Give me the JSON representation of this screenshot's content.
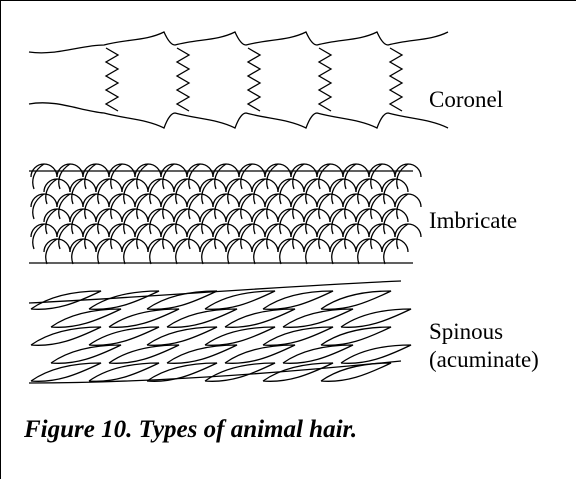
{
  "hair_types": [
    {
      "id": "coronal",
      "label": "Coronel"
    },
    {
      "id": "imbricate",
      "label": "Imbricate"
    },
    {
      "id": "spinous",
      "label_line1": "Spinous",
      "label_line2": "(acuminate)"
    }
  ],
  "caption": "Figure 10. Types of animal hair."
}
